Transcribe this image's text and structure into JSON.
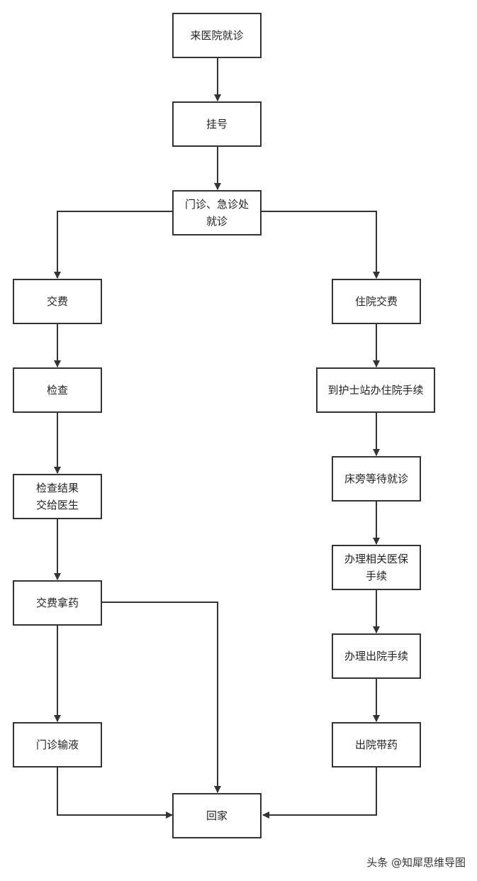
{
  "diagram": {
    "nodes": {
      "arrive": "来医院就诊",
      "register": "挂号",
      "clinic": "门诊、急诊处\n就诊",
      "pay": "交费",
      "exam": "检查",
      "results": "检查结果\n交给医生",
      "medicine": "交费拿药",
      "infusion": "门诊输液",
      "home": "回家",
      "inpatient_pay": "住院交费",
      "nurse_station": "到护士站办住院手续",
      "bedside": "床旁等待就诊",
      "insurance": "办理相关医保\n手续",
      "discharge": "办理出院手续",
      "discharge_meds": "出院带药"
    },
    "colors": {
      "stroke": "#333333",
      "text": "#222222"
    }
  },
  "watermark": "头条 @知犀思维导图"
}
